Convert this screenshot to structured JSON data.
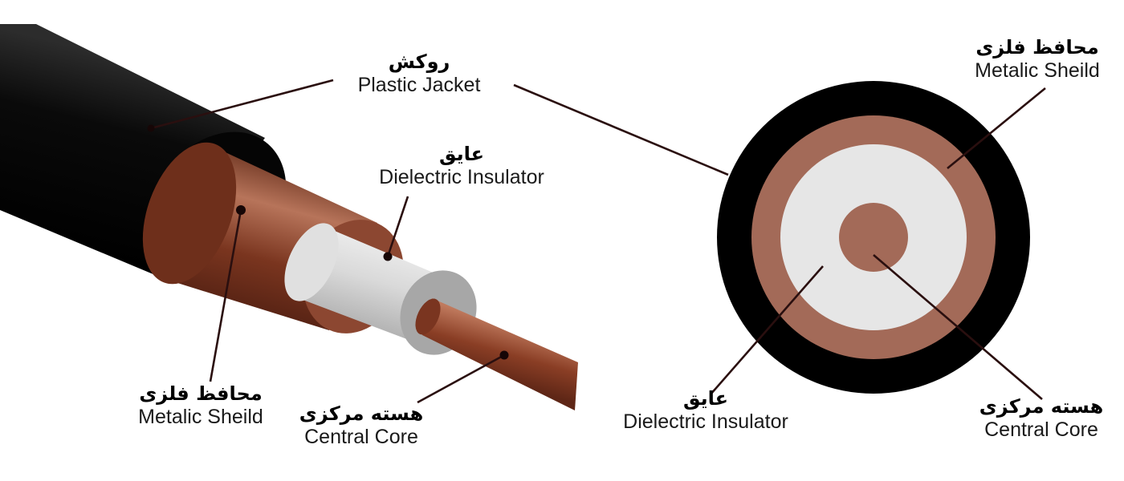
{
  "labels": {
    "left_jacket": {
      "fa": "روکش",
      "en": "Plastic Jacket"
    },
    "left_dielectric": {
      "fa": "عایق",
      "en": "Dielectric Insulator"
    },
    "left_shield": {
      "fa": "محافظ فلزی",
      "en": "Metalic Sheild"
    },
    "left_core": {
      "fa": "هسته مرکزی",
      "en": "Central Core"
    },
    "right_shield": {
      "fa": "محافظ فلزی",
      "en": "Metalic Sheild"
    },
    "right_dielectric": {
      "fa": "عایق",
      "en": "Dielectric Insulator"
    },
    "right_core": {
      "fa": "هسته مرکزی",
      "en": "Central Core"
    }
  },
  "colors": {
    "jacket": "#0b0b0b",
    "shield": "#7a3a24",
    "shield_cross_section": "#a36a58",
    "dielectric": "#e6e6e6",
    "core": "#8e4a34",
    "leader": "#2a0f0f"
  }
}
